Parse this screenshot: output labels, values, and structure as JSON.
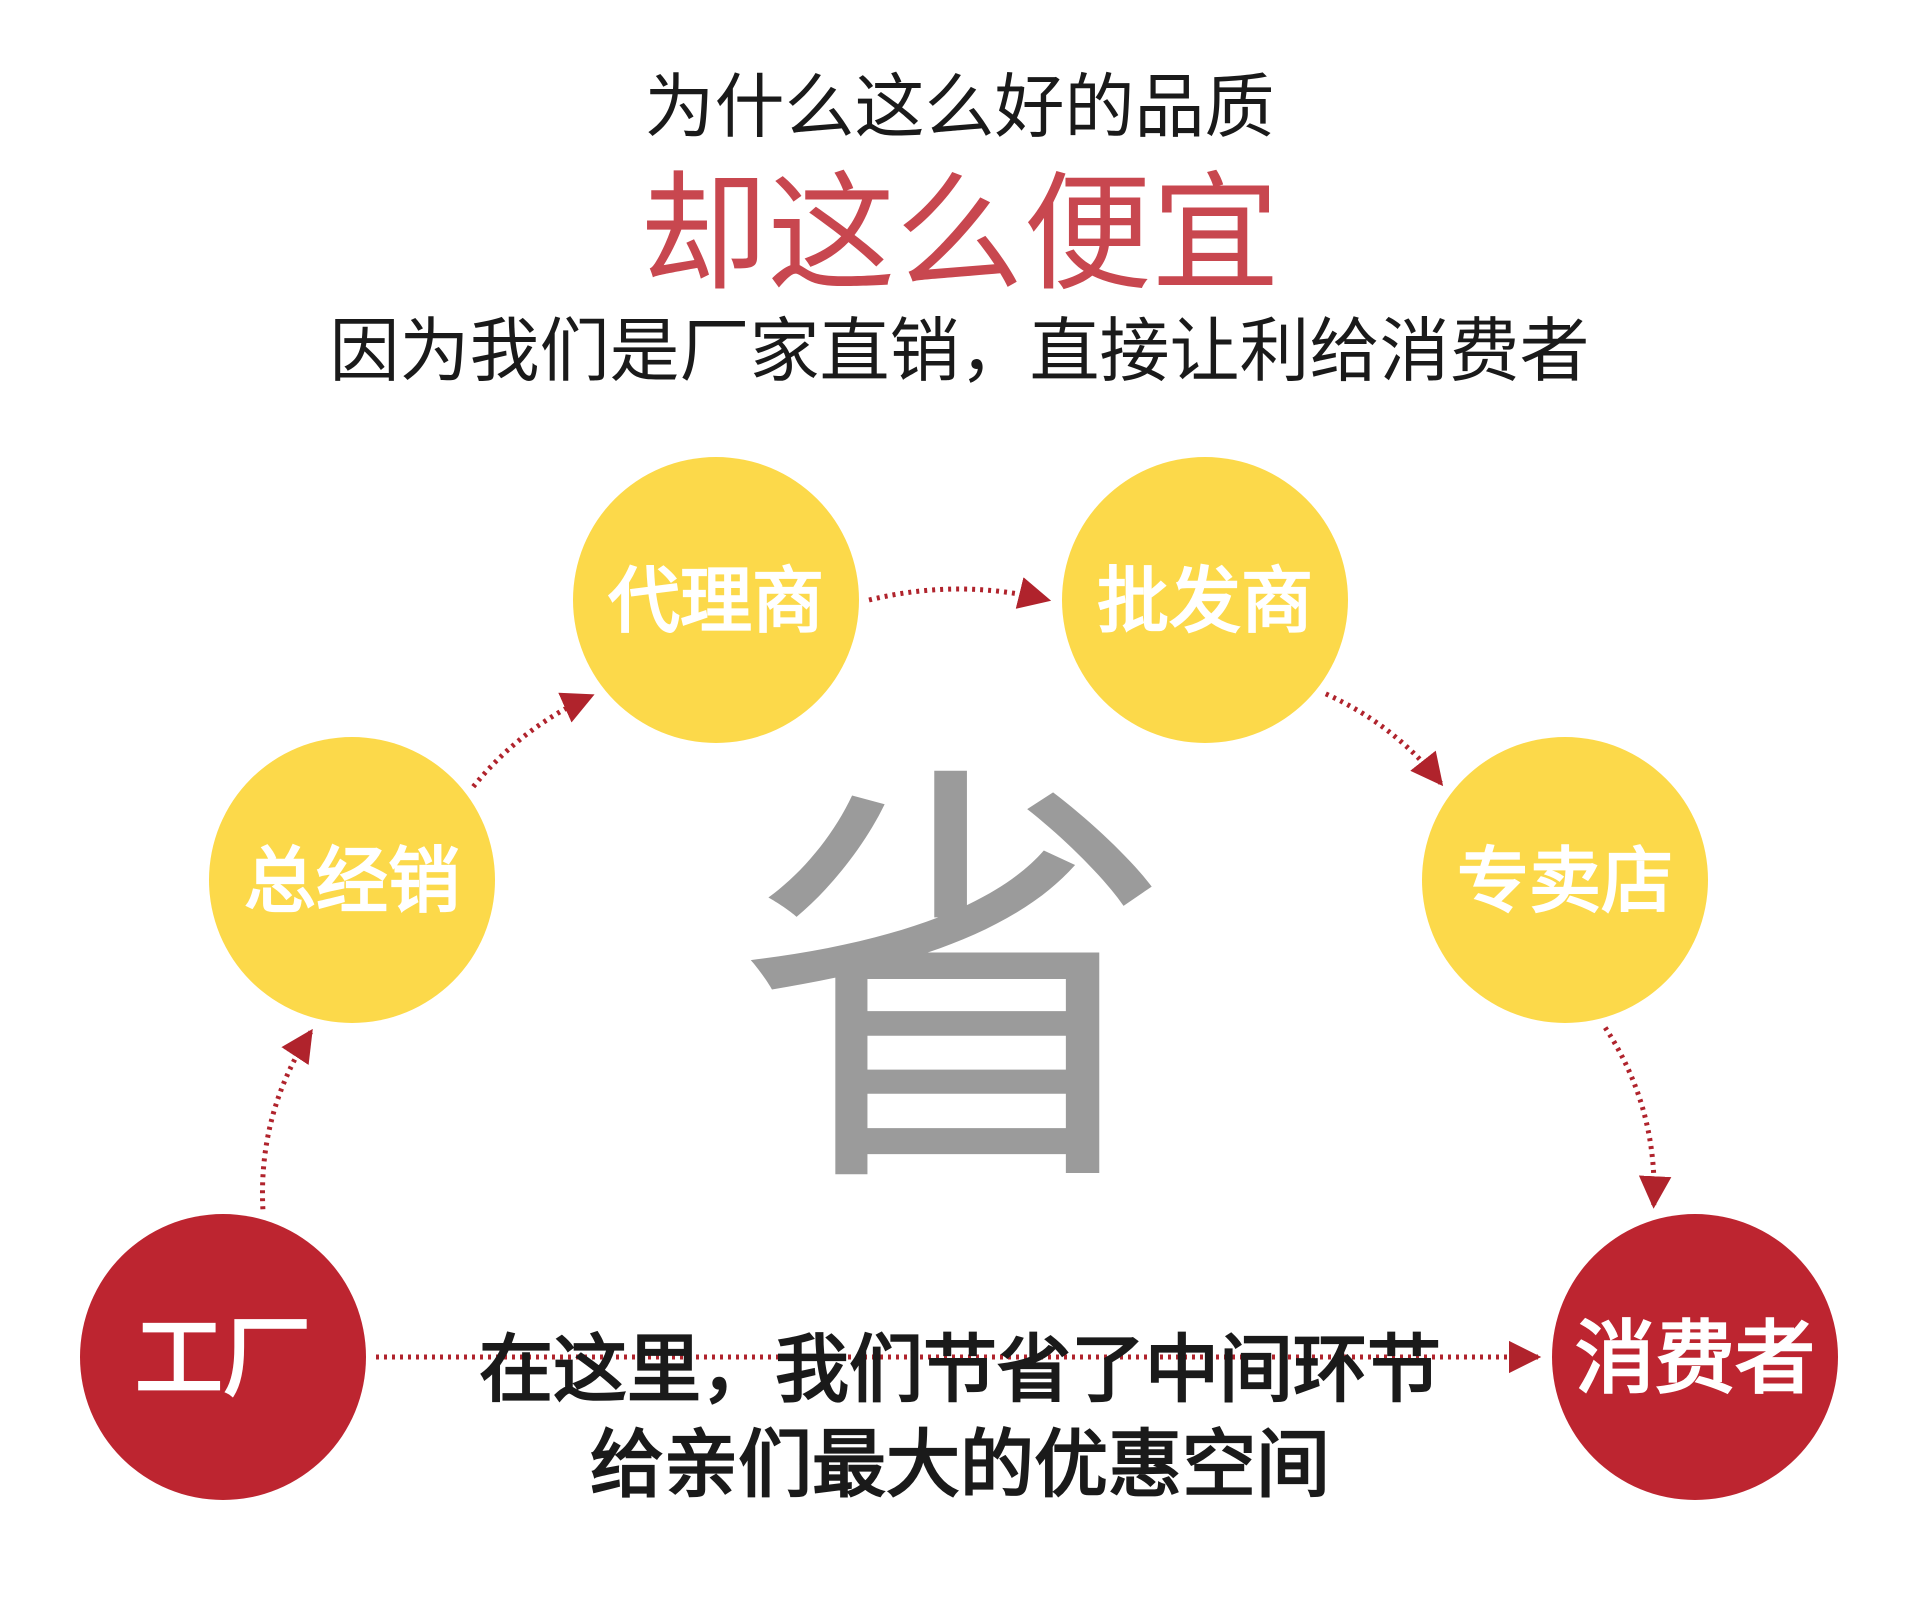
{
  "headline": {
    "line1": "为什么这么好的品质",
    "line2": "却这么便宜",
    "line3": "因为我们是厂家直销，直接让利给消费者"
  },
  "center_label": "省",
  "nodes": [
    {
      "id": "factory",
      "label": "工厂",
      "role": "source"
    },
    {
      "id": "general-distributor",
      "label": "总经销",
      "role": "intermediary"
    },
    {
      "id": "agent",
      "label": "代理商",
      "role": "intermediary"
    },
    {
      "id": "wholesaler",
      "label": "批发商",
      "role": "intermediary"
    },
    {
      "id": "specialty-store",
      "label": "专卖店",
      "role": "intermediary"
    },
    {
      "id": "consumer",
      "label": "消费者",
      "role": "target"
    }
  ],
  "edges": [
    {
      "from": "factory",
      "to": "general-distributor",
      "style": "dotted"
    },
    {
      "from": "general-distributor",
      "to": "agent",
      "style": "dotted"
    },
    {
      "from": "agent",
      "to": "wholesaler",
      "style": "dotted"
    },
    {
      "from": "wholesaler",
      "to": "specialty-store",
      "style": "dotted"
    },
    {
      "from": "specialty-store",
      "to": "consumer",
      "style": "dotted"
    },
    {
      "from": "factory",
      "to": "consumer",
      "style": "dotted"
    }
  ],
  "caption": {
    "line1": "在这里，我们节省了中间环节",
    "line2": "给亲们最大的优惠空间"
  },
  "colors": {
    "headline_accent": "#c8474f",
    "headline_text": "#1a1a1a",
    "source_target_node": "#bd2530",
    "intermediary_node": "#fcd94a",
    "node_text": "#ffffff",
    "arrow": "#b0232c",
    "center_glyph": "#9b9b9b",
    "caption_text": "#1a1a1a"
  }
}
